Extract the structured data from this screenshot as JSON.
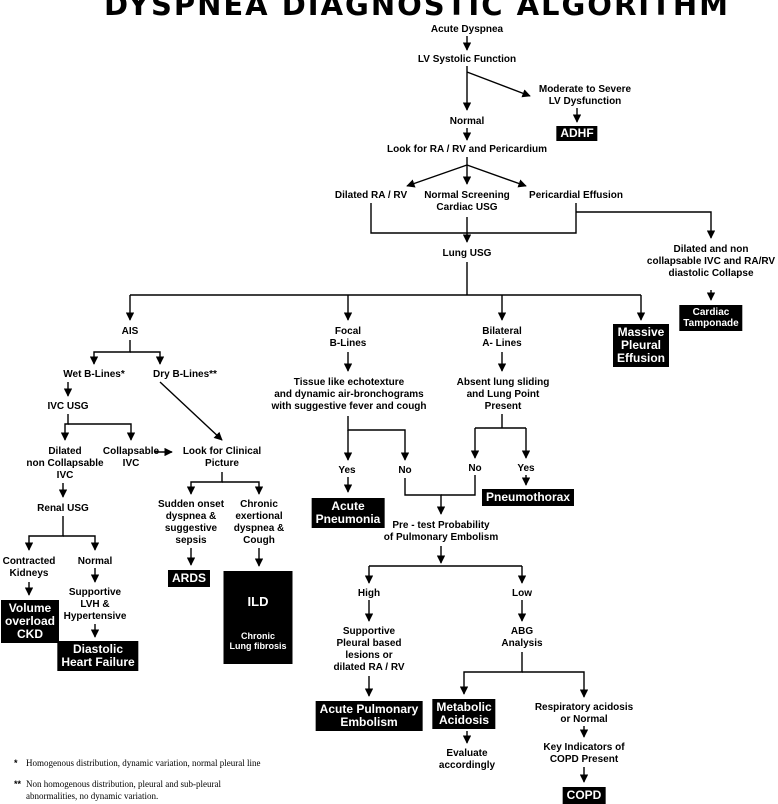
{
  "title": "DYSPNEA DIAGNOSTIC ALGORITHM",
  "nodes": {
    "acute_dyspnea": "Acute Dyspnea",
    "lv_systolic": "LV Systolic Function",
    "mod_severe": "Moderate to Severe\nLV Dysfunction",
    "adhf": "ADHF",
    "normal": "Normal",
    "look_ra": "Look for RA / RV and Pericardium",
    "dilated_rarv": "Dilated RA / RV",
    "normal_screening": "Normal Screening\nCardiac USG",
    "pericardial_effusion": "Pericardial Effusion",
    "lung_usg": "Lung USG",
    "dilated_ivc": "Dilated and non\ncollapsable IVC and RA/RV\ndiastolic Collapse",
    "cardiac_tamponade": "Cardiac\nTamponade",
    "ais": "AIS",
    "focal_blines": "Focal\nB-Lines",
    "bilateral_alines": "Bilateral\nA- Lines",
    "massive_effusion": "Massive\nPleural\nEffusion",
    "wet_blines": "Wet B-Lines*",
    "dry_blines": "Dry B-Lines**",
    "ivc_usg": "IVC USG",
    "dilated_noncoll": "Dilated\nnon Collapsable\nIVC",
    "collapsable_ivc": "Collapsable\nIVC",
    "look_clinical": "Look for Clinical\nPicture",
    "renal_usg": "Renal USG",
    "contracted_kidneys": "Contracted\nKidneys",
    "renal_normal": "Normal",
    "volume_overload": "Volume\noverload\nCKD",
    "supportive_lvh": "Supportive\nLVH &\nHypertensive",
    "diastolic_hf": "Diastolic\nHeart Failure",
    "sudden_onset": "Sudden onset\ndyspnea &\nsuggestive\nsepsis",
    "chronic_exertional": "Chronic\nexertional\ndyspnea &\nCough",
    "ards": "ARDS",
    "ild": "ILD",
    "ild_sub": "Chronic\nLung fibrosis",
    "tissue_like": "Tissue like echotexture\nand dynamic air-bronchograms\nwith suggestive fever and cough",
    "focal_yes": "Yes",
    "focal_no": "No",
    "acute_pneumonia": "Acute\nPneumonia",
    "absent_sliding": "Absent lung sliding\nand Lung Point\nPresent",
    "bil_no": "No",
    "bil_yes": "Yes",
    "pneumothorax": "Pneumothorax",
    "pretest": "Pre - test Probability\nof Pulmonary Embolism",
    "high": "High",
    "low": "Low",
    "supportive_pleural": "Supportive\nPleural based\nlesions or\ndilated RA / RV",
    "abg": "ABG\nAnalysis",
    "acute_pe": "Acute Pulmonary\nEmbolism",
    "metabolic_acidosis": "Metabolic\nAcidosis",
    "resp_acidosis": "Respiratory acidosis\nor Normal",
    "evaluate": "Evaluate\naccordingly",
    "key_indicators": "Key Indicators of\nCOPD Present",
    "copd": "COPD"
  },
  "footnotes": {
    "f1_mark": "*",
    "f1_text": "Homogenous distribution, dynamic variation, normal pleural line",
    "f2_mark": "**",
    "f2_line1": "Non homogenous distribution, pleural and sub-pleural",
    "f2_line2": "abnormalities, no dynamic variation."
  },
  "colors": {
    "ink": "#000000",
    "box_fill": "#000000",
    "box_text": "#ffffff",
    "background": "#ffffff"
  }
}
